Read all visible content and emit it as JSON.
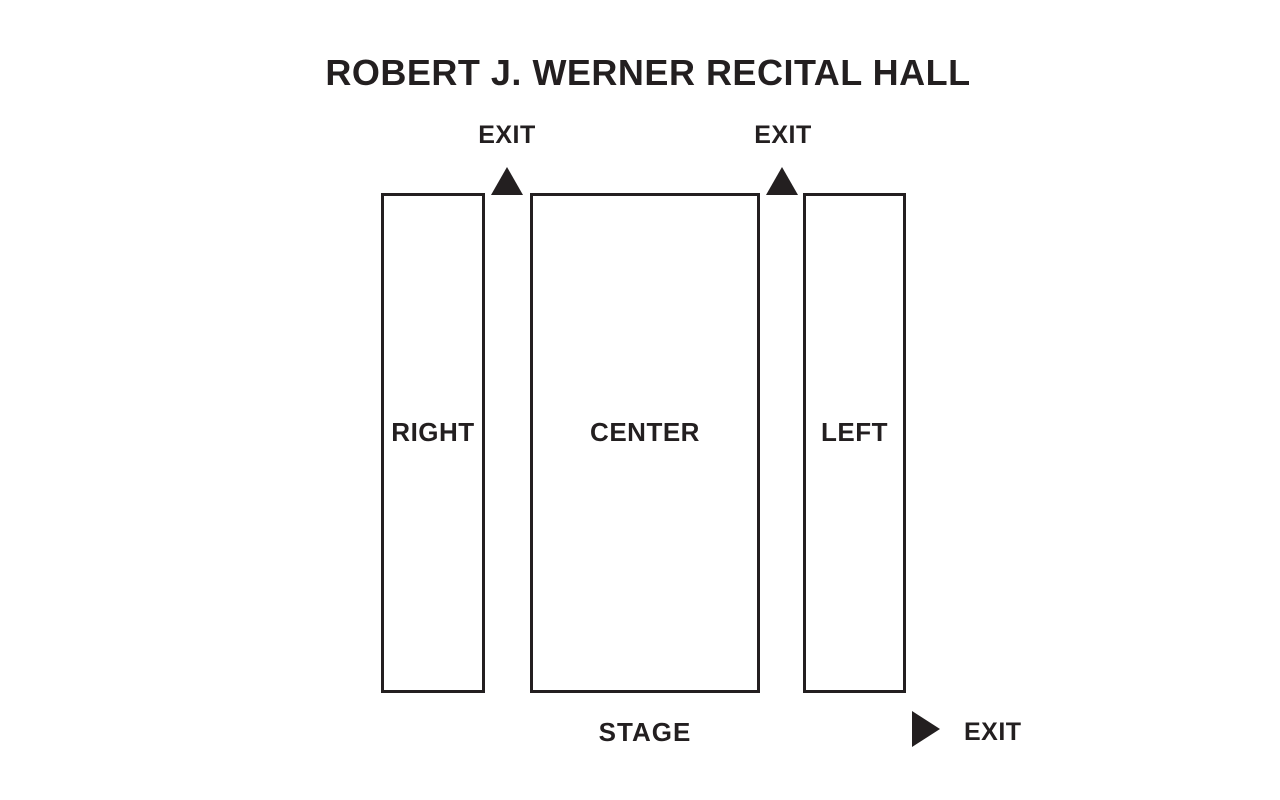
{
  "title": "ROBERT J. WERNER RECITAL HALL",
  "colors": {
    "ink": "#231f20",
    "background": "#ffffff"
  },
  "sections": [
    {
      "name": "right",
      "label": "RIGHT"
    },
    {
      "name": "center",
      "label": "CENTER"
    },
    {
      "name": "left",
      "label": "LEFT"
    }
  ],
  "stage": {
    "label": "STAGE"
  },
  "exits": [
    {
      "position": "top-left-aisle",
      "label": "EXIT",
      "direction": "up"
    },
    {
      "position": "top-right-aisle",
      "label": "EXIT",
      "direction": "up"
    },
    {
      "position": "bottom-right",
      "label": "EXIT",
      "direction": "right"
    }
  ]
}
